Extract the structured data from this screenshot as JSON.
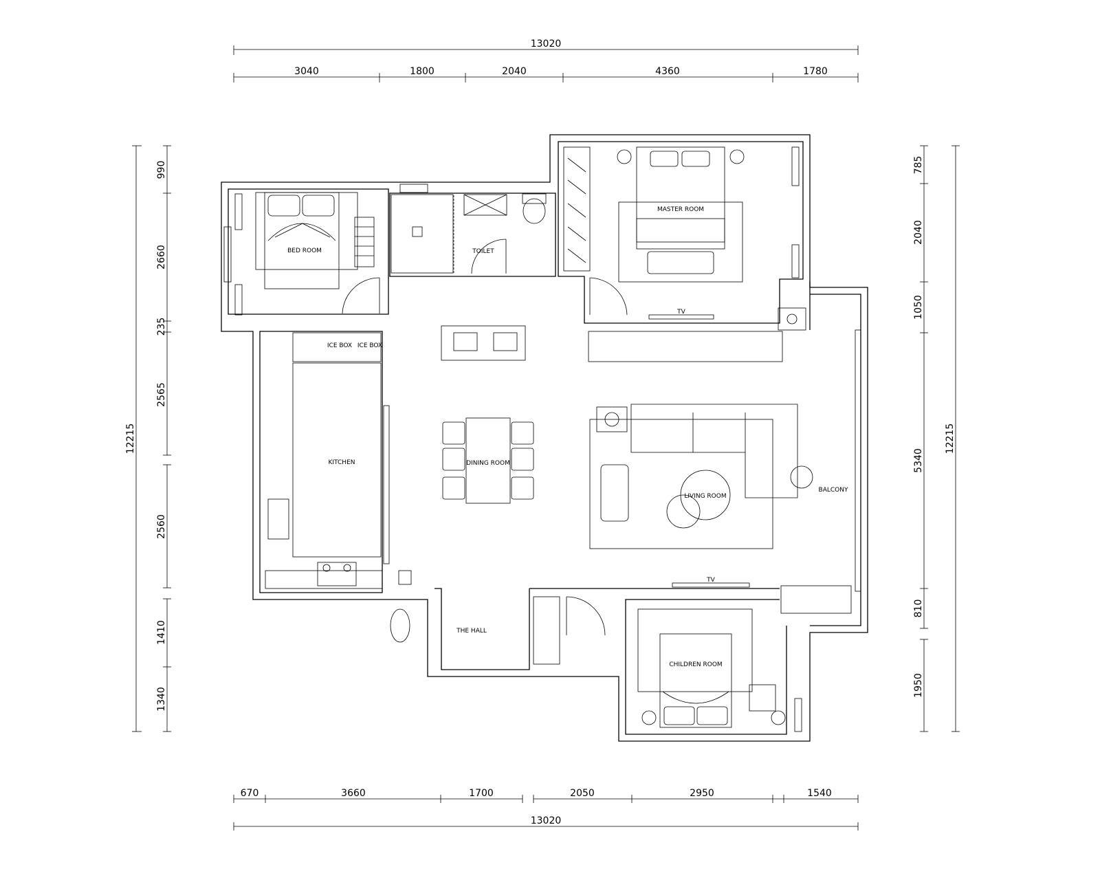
{
  "dimensions": {
    "top_total": "13020",
    "top_segments": [
      "3040",
      "1800",
      "2040",
      "4360",
      "1780"
    ],
    "bottom_segments": [
      "670",
      "3660",
      "1700",
      "2050",
      "2950",
      "1540"
    ],
    "bottom_total": "13020",
    "left_segments": [
      "990",
      "2660",
      "235",
      "2565",
      "2560",
      "1410",
      "1340"
    ],
    "left_total": "12215",
    "right_segments": [
      "785",
      "2040",
      "1050",
      "5340",
      "810",
      "1950"
    ],
    "right_total": "12215"
  },
  "rooms": {
    "bed_room": "BED ROOM",
    "toilet": "TOILET",
    "master_room": "MASTER ROOM",
    "kitchen": "KITCHEN",
    "dining_room": "DINING ROOM",
    "living_room": "LIVING ROOM",
    "balcony": "BALCONY",
    "the_hall": "THE HALL",
    "children_room": "CHILDREN ROOM"
  },
  "appliances": {
    "ice_box_1": "ICE BOX",
    "ice_box_2": "ICE BOX",
    "tv_1": "TV",
    "tv_2": "TV"
  }
}
